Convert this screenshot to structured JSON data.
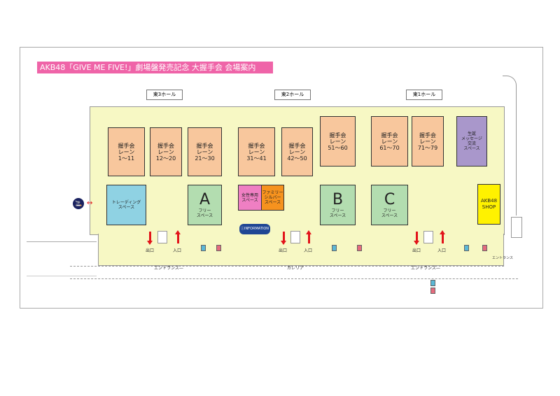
{
  "title": "AKB48「GIVE ME FIVE!」劇場盤発売記念 大握手会 会場案内",
  "halls": [
    "東3ホール",
    "東2ホール",
    "東1ホール"
  ],
  "lanes": [
    {
      "title": "握手会",
      "sub": "レーン",
      "range": "1〜11"
    },
    {
      "title": "握手会",
      "sub": "レーン",
      "range": "12〜20"
    },
    {
      "title": "握手会",
      "sub": "レーン",
      "range": "21〜30"
    },
    {
      "title": "握手会",
      "sub": "レーン",
      "range": "31〜41"
    },
    {
      "title": "握手会",
      "sub": "レーン",
      "range": "42〜50"
    },
    {
      "title": "握手会",
      "sub": "レーン",
      "range": "51〜60"
    },
    {
      "title": "握手会",
      "sub": "レーン",
      "range": "61〜70"
    },
    {
      "title": "握手会",
      "sub": "レーン",
      "range": "71〜79"
    }
  ],
  "birthday": [
    "生誕",
    "メッセージ",
    "交流",
    "スペース"
  ],
  "trading": [
    "トレーディング",
    "スペース"
  ],
  "free_spaces": [
    {
      "letter": "A",
      "l1": "フリー",
      "l2": "スペース"
    },
    {
      "letter": "B",
      "l1": "フリー",
      "l2": "スペース"
    },
    {
      "letter": "C",
      "l1": "フリー",
      "l2": "スペース"
    }
  ],
  "women": [
    "女性専用",
    "スペース"
  ],
  "family": [
    "ファミリー",
    "シルバー",
    "スペース"
  ],
  "shop": [
    "AKB48",
    "SHOP"
  ],
  "information": "ⓘINFORMATION",
  "exit": "出口",
  "entry": "入口",
  "corridor": {
    "left": "エントランス—",
    "center": "ガレリア",
    "right": "エントランス—",
    "far_right": "エントランス"
  },
  "colors": {
    "lane": "#f8c79d",
    "free": "#b3ddb0",
    "trading": "#8fd2e3",
    "birthday": "#a997cb",
    "women": "#ef7fc3",
    "family": "#f6921e",
    "shop": "#fff200",
    "floor": "#f7f8c4",
    "title": "#ef64a8"
  }
}
